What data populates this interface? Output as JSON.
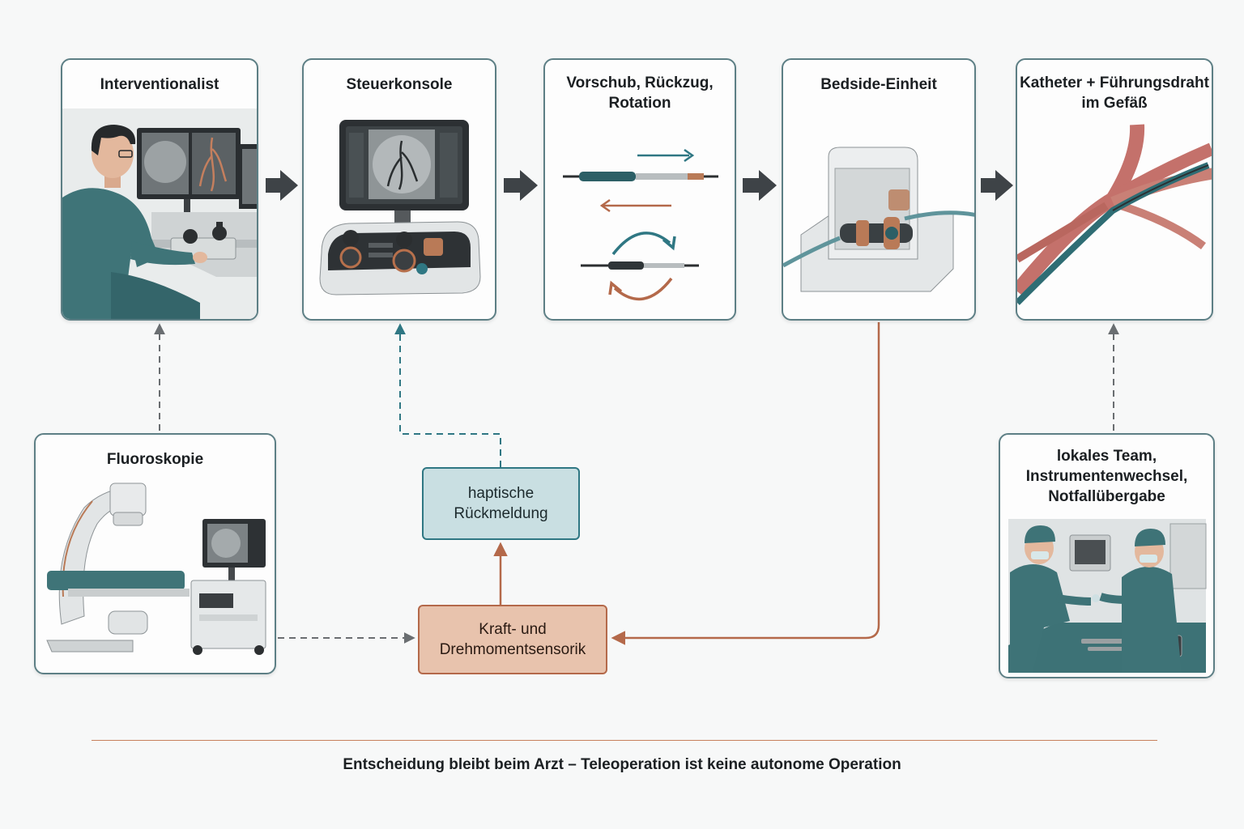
{
  "cards": {
    "interventionalist": "Interventionalist",
    "console": "Steuerkonsole",
    "motion": "Vorschub, Rückzug,\nRotation",
    "bedside": "Bedside-Einheit",
    "catheter": "Katheter + Führungsdraht\nim Gefäß",
    "fluoro": "Fluoroskopie",
    "team": "lokales Team,\nInstrumentenwechsel,\nNotfallübergabe"
  },
  "boxes": {
    "haptic": "haptische\nRückmeldung",
    "force": "Kraft- und\nDrehmomentsensorik"
  },
  "footer": "Entscheidung bleibt beim Arzt – Teleoperation ist keine autonome Operation",
  "colors": {
    "teal": "#2f7783",
    "copper": "#b4694a",
    "card_border": "#5d7f85",
    "arrow_dark": "#3e4347",
    "dashed_gray": "#6a6e71"
  }
}
